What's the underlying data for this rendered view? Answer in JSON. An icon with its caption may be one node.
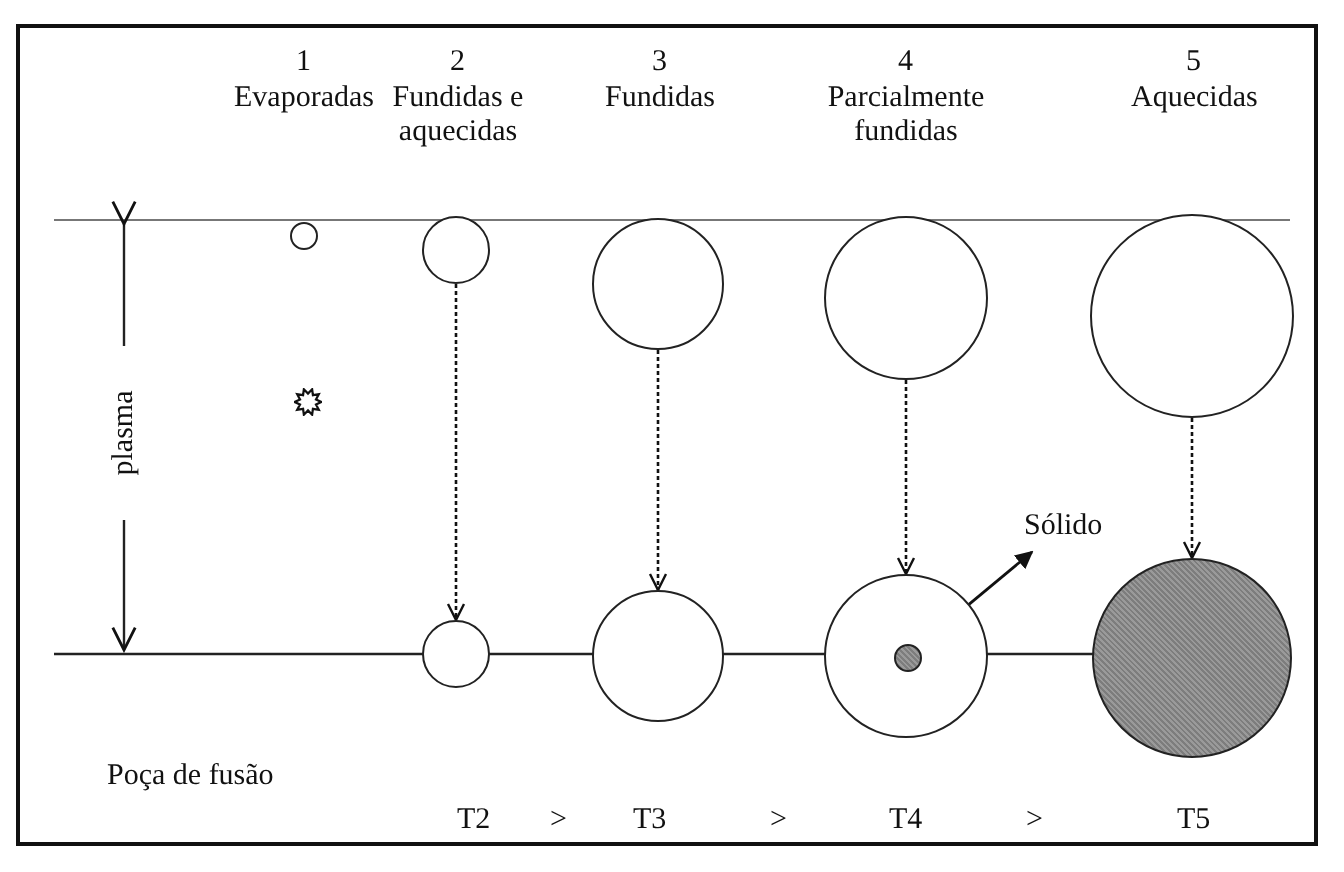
{
  "diagram": {
    "nodes": [
      {
        "text": [],
        "shape": "circle"
      },
      {
        "text": [],
        "shape": "star"
      },
      {
        "text": [],
        "shape": "circle"
      },
      {
        "text": [],
        "shape": "circle"
      },
      {
        "text": [],
        "shape": "circle"
      },
      {
        "text": [],
        "shape": "circle"
      },
      {
        "text": [],
        "shape": "circle"
      },
      {
        "text": [],
        "shape": "circle"
      },
      {
        "text": [],
        "shape": "circle",
        "in": 7
      },
      {
        "text": [
          "Sólido"
        ]
      },
      {
        "text": [],
        "shape": "circle"
      },
      {
        "text": [],
        "shape": "circle"
      }
    ],
    "edges": [
      {
        "from": 2,
        "to": 3,
        "arrow": "to",
        "style": "dashed"
      },
      {
        "from": 4,
        "to": 5,
        "arrow": "to",
        "style": "dashed"
      },
      {
        "from": 6,
        "to": 7,
        "arrow": "to",
        "style": "dashed"
      },
      {
        "from": 10,
        "to": 11,
        "arrow": "to",
        "style": "dashed"
      },
      {
        "from": 8,
        "to": 9,
        "arrow": "to"
      }
    ],
    "labels": [
      "1",
      "Evaporadas",
      "2",
      "Fundidas e aquecidas",
      "3",
      "Fundidas",
      "4",
      "Parcialmente fundidas",
      "5",
      "Aquecidas",
      "plasma",
      "Poça de fusão",
      "T2",
      ">",
      "T3",
      ">",
      "T4",
      ">",
      "T5"
    ]
  }
}
